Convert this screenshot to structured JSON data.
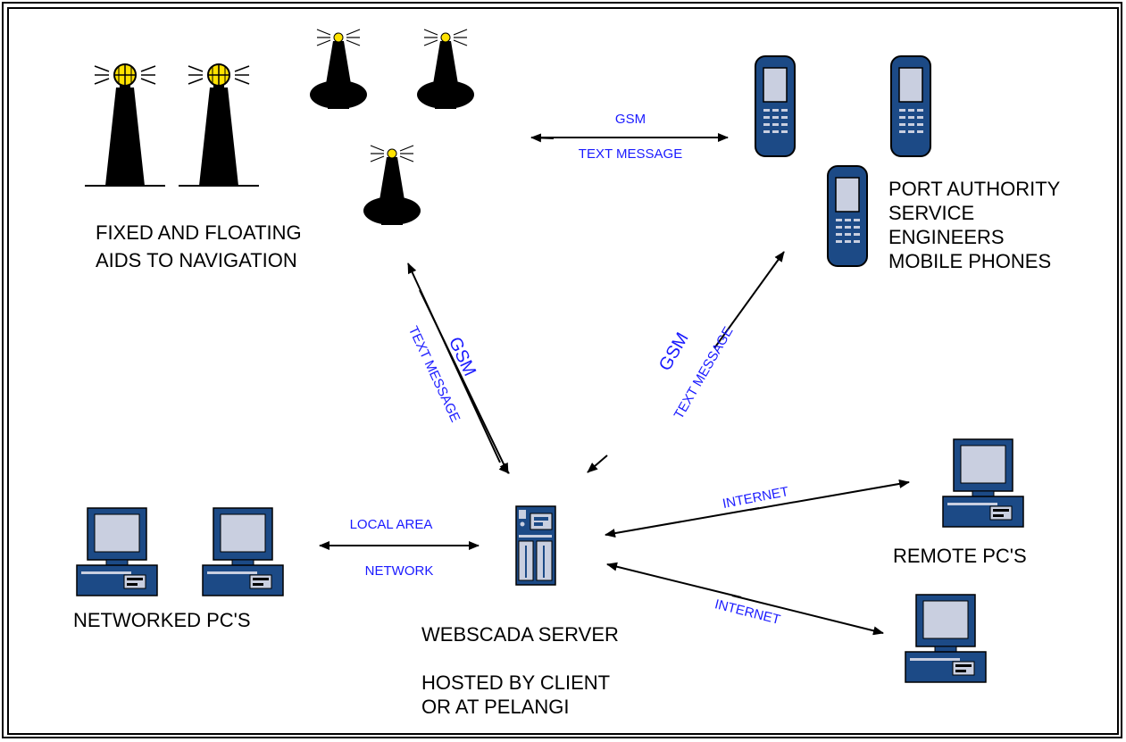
{
  "labels": {
    "aids_line1": "FIXED AND FLOATING",
    "aids_line2": "AIDS TO NAVIGATION",
    "port_line1": "PORT AUTHORITY",
    "port_line2": "SERVICE",
    "port_line3": "ENGINEERS",
    "port_line4": "MOBILE PHONES",
    "networked": "NETWORKED PC'S",
    "remote": "REMOTE PC'S",
    "server": "WEBSCADA SERVER",
    "hosted_line1": "HOSTED BY CLIENT",
    "hosted_line2": "OR AT PELANGI"
  },
  "links": {
    "top_gsm": "GSM",
    "top_text_message": "TEXT MESSAGE",
    "left_gsm": "GSM",
    "left_text_message": "TEXT MESSAGE",
    "right_gsm": "GSM",
    "right_text_message": "TEXT MESSAGE",
    "lan_line1": "LOCAL AREA",
    "lan_line2": "NETWORK",
    "internet_upper": "INTERNET",
    "internet_lower": "INTERNET"
  },
  "colors": {
    "link_text": "#1a1aff",
    "device_blue": "#1c4a86",
    "screen": "#c9cfe0",
    "lamp": "#ffe200"
  },
  "icons": [
    "lighthouse-icon",
    "buoy-icon",
    "mobile-phone-icon",
    "desktop-pc-icon",
    "server-icon"
  ]
}
